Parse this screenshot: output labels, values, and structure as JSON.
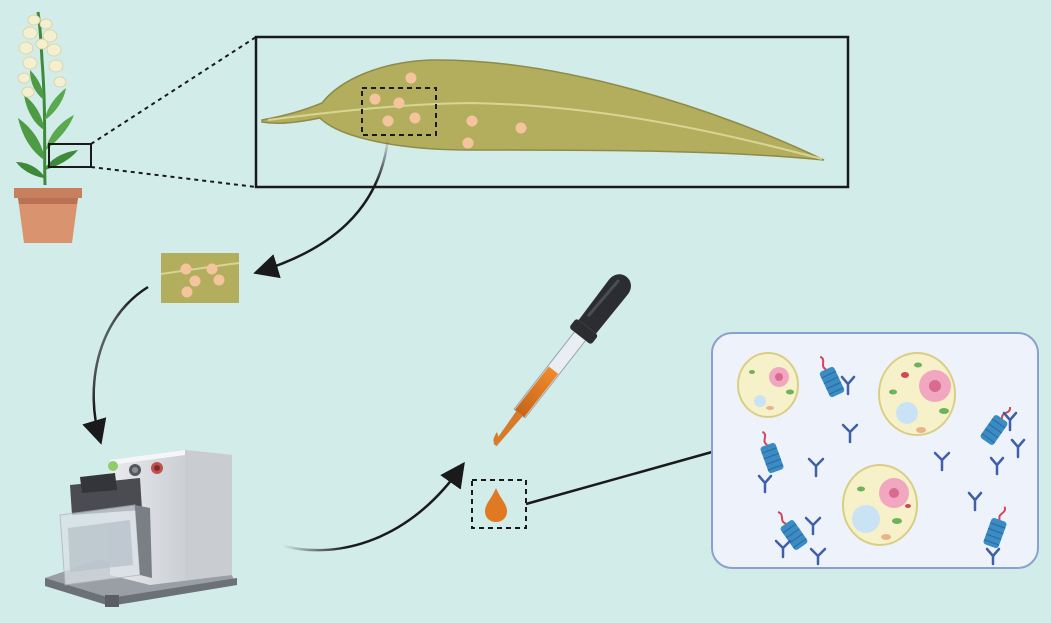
{
  "figure": {
    "title": "",
    "background_color": "#d2ecea",
    "palette": {
      "leaf": "#b3ae5e",
      "leaf_edge": "#8f8a45",
      "spot": "#f4c49d",
      "extract": "#e07a22",
      "dropper_bulb": "#2b2d31",
      "cell_panel": "#eef3fb",
      "cell_panel_border": "#8aa1cf",
      "antibody": "#3f5fa8",
      "virus": "#3b8bc4",
      "pot": "#d18d6a"
    }
  },
  "steps": [
    {
      "id": "plant",
      "icon": "potted-snapdragon-plant-icon"
    },
    {
      "id": "leaf",
      "icon": "infected-leaf-icon",
      "detail": "leaf-spots"
    },
    {
      "id": "tissue",
      "icon": "excised-leaf-tissue-icon"
    },
    {
      "id": "homogenizer",
      "icon": "tissue-homogenizer-icon"
    },
    {
      "id": "extract",
      "icon": "dropper-extract-icon"
    },
    {
      "id": "assay",
      "icon": "cells-viruses-antibodies-icon"
    }
  ]
}
